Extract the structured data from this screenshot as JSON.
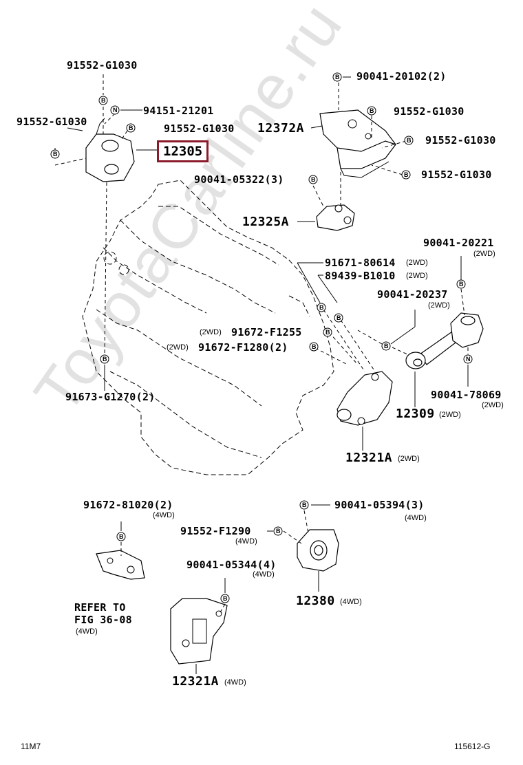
{
  "watermark": "ToyotaCarline.ru",
  "labels": {
    "p91552_top": "91552-G1030",
    "p94151": "94151-21201",
    "p91552_left": "91552-G1030",
    "p91552_mid": "91552-G1030",
    "p12305": "12305",
    "p90041_20102": "90041-20102(2)",
    "p91552_r1": "91552-G1030",
    "p12372a": "12372A",
    "p91552_r2": "91552-G1030",
    "p91552_r3": "91552-G1030",
    "p90041_05322": "90041-05322(3)",
    "p12325a": "12325A",
    "p90041_20221": "90041-20221",
    "p90041_20221_note": "(2WD)",
    "p91671": "91671-80614",
    "p91671_note": "(2WD)",
    "p89439": "89439-B1010",
    "p89439_note": "(2WD)",
    "p90041_20237": "90041-20237",
    "p90041_20237_note": "(2WD)",
    "p91672_f1255_note": "(2WD)",
    "p91672_f1255": "91672-F1255",
    "p91672_f1280_note": "(2WD)",
    "p91672_f1280": "91672-F1280(2)",
    "p91673": "91673-G1270(2)",
    "p90041_78069": "90041-78069",
    "p90041_78069_note": "(2WD)",
    "p12309": "12309",
    "p12309_note": "(2WD)",
    "p12321a_2wd": "12321A",
    "p12321a_2wd_note": "(2WD)",
    "p91672_81020": "91672-81020(2)",
    "p91672_81020_note": "(4WD)",
    "p90041_05394": "90041-05394(3)",
    "p90041_05394_note": "(4WD)",
    "p91552_f1290": "91552-F1290",
    "p91552_f1290_note": "(4WD)",
    "p90041_05344": "90041-05344(4)",
    "p90041_05344_note": "(4WD)",
    "p12380": "12380",
    "p12380_note": "(4WD)",
    "refer_l1": "REFER TO",
    "refer_l2": "FIG 36-08",
    "refer_note": "(4WD)",
    "p12321a_4wd": "12321A",
    "p12321a_4wd_note": "(4WD)"
  },
  "markers": {
    "b": "B",
    "n": "N"
  },
  "footer": {
    "left": "11M7",
    "right": "115612-G"
  },
  "colors": {
    "highlight": "#8b1a2b",
    "watermark": "#e2e2e2",
    "ink": "#000000"
  },
  "highlighted_part": "12305"
}
